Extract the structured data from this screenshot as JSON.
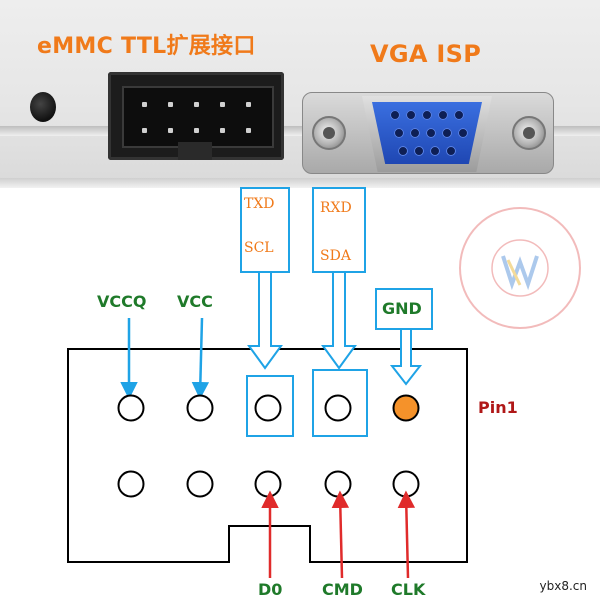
{
  "header": {
    "emmc_title": "eMMC  TTL扩展接口",
    "vga_title": "VGA ISP"
  },
  "signal_boxes": {
    "left_top": "TXD",
    "left_bottom": "SCL",
    "right_top": "RXD",
    "right_bottom": "SDA"
  },
  "labels": {
    "vccq": "VCCQ",
    "vcc": "VCC",
    "gnd": "GND",
    "pin1": "Pin1",
    "d0": "D0",
    "cmd": "CMD",
    "clk": "CLK"
  },
  "watermark": {
    "site": "ybx8.cn"
  },
  "colors": {
    "orange": "#f07a1a",
    "blue_arrow": "#1fa3e6",
    "red_arrow": "#e02b2b",
    "pin1_fill": "#f5922a",
    "vga_blue": "#2b5fd6",
    "green_text": "#1f7a2a",
    "pin1_text": "#b01818"
  }
}
